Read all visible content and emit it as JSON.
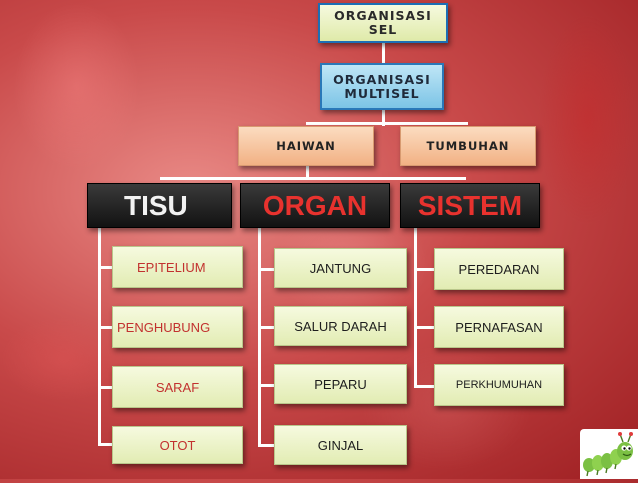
{
  "levels": {
    "top": "ORGANISASI SEL",
    "multicell": "ORGANISASI MULTISEL",
    "kingdoms": [
      "HAIWAN",
      "TUMBUHAN"
    ]
  },
  "categories": [
    {
      "title": "TISU",
      "items": [
        "EPITELIUM",
        "PENGHUBUNG",
        "SARAF",
        "OTOT"
      ]
    },
    {
      "title": "ORGAN",
      "items": [
        "JANTUNG",
        "SALUR DARAH",
        "PEPARU",
        "GINJAL"
      ]
    },
    {
      "title": "SISTEM",
      "items": [
        "PEREDARAN",
        "PERNAFASAN",
        "PERKHUMUHAN"
      ]
    }
  ],
  "colors": {
    "background": "#c94a4a",
    "title_box": "#eef3c6",
    "multicell_box": "#9fd5ee",
    "kingdom_box": "#f7c6a0",
    "heading_box": "#1e1e1e",
    "heading_red": "#e8322e",
    "tisu_leaf_text": "#c2312f",
    "connector": "#ffffff"
  },
  "logo": "caterpillar-icon"
}
